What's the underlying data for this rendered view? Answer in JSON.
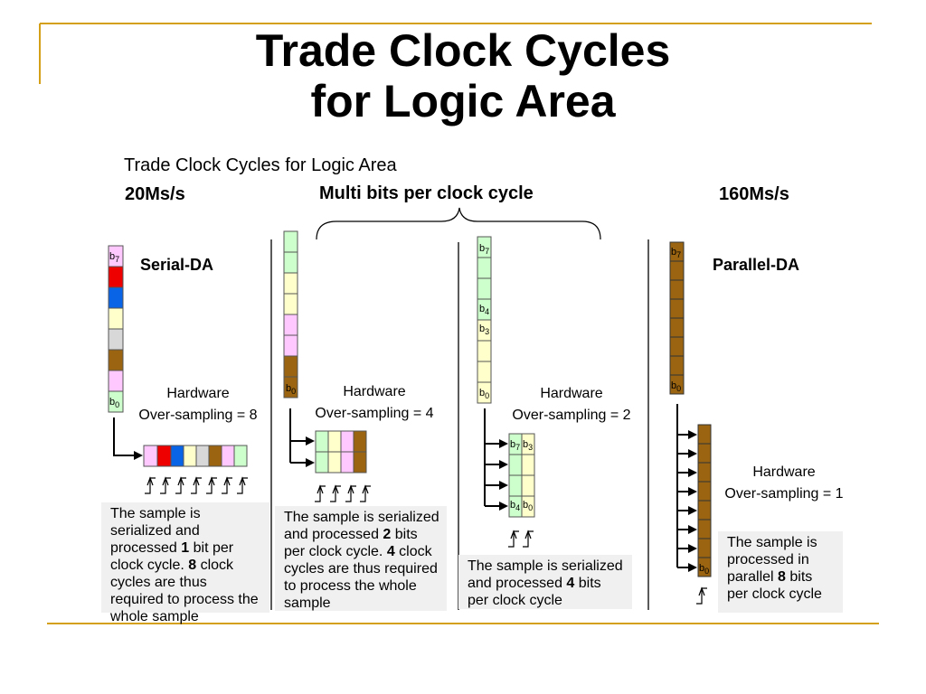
{
  "slide": {
    "title_line1": "Trade Clock Cycles",
    "title_line2": "for Logic Area",
    "subtitle": "Trade Clock Cycles for Logic Area",
    "accent_color": "#d4a017"
  },
  "header": {
    "left_rate": "20Ms/s",
    "center_label": "Multi bits per clock cycle",
    "right_rate": "160Ms/s"
  },
  "panels": {
    "serial": {
      "name": "Serial-DA",
      "hw_line1": "Hardware",
      "hw_line2": "Over-sampling = 8",
      "top_bit": "b",
      "top_sub": "7",
      "bottom_bit": "b",
      "bottom_sub": "0",
      "caption_a": "The sample is serialized and processed ",
      "caption_n1": "1",
      "caption_b": " bit per clock cycle. ",
      "caption_n2": "8",
      "caption_c": " clock cycles are thus required to process the whole sample"
    },
    "two_bit": {
      "hw_line1": "Hardware",
      "hw_line2": "Over-sampling = 4",
      "bottom_bit": "b",
      "bottom_sub": "0",
      "caption_a": "The sample is serialized and processed ",
      "caption_n1": "2",
      "caption_b": " bits per clock cycle. ",
      "caption_n2": "4",
      "caption_c": " clock cycles are thus required to process the whole sample"
    },
    "four_bit": {
      "hw_line1": "Hardware",
      "hw_line2": "Over-sampling = 2",
      "labels": [
        "b",
        "7",
        "b",
        "4",
        "b",
        "3",
        "b",
        "0"
      ],
      "reg_labels": [
        "b",
        "7",
        "b",
        "3",
        "b",
        "4",
        "b",
        "0"
      ],
      "caption_a": "The sample is serialized and processed ",
      "caption_n1": "4",
      "caption_b": " bits per clock cycle"
    },
    "parallel": {
      "name": "Parallel-DA",
      "hw_line1": "Hardware",
      "hw_line2": "Over-sampling = 1",
      "top_bit": "b",
      "top_sub": "7",
      "bottom_bit": "b",
      "bottom_sub": "0",
      "reg_bit": "b",
      "reg_sub": "0",
      "caption_a": "The sample is processed in parallel ",
      "caption_n1": "8",
      "caption_b": " bits per clock cycle"
    }
  },
  "colors": {
    "pink": "#ffc8ff",
    "red": "#ee0000",
    "blue": "#0a64e6",
    "cream": "#ffffcc",
    "gray": "#d8d8d8",
    "brown": "#9a6410",
    "green": "#ccffcc"
  }
}
